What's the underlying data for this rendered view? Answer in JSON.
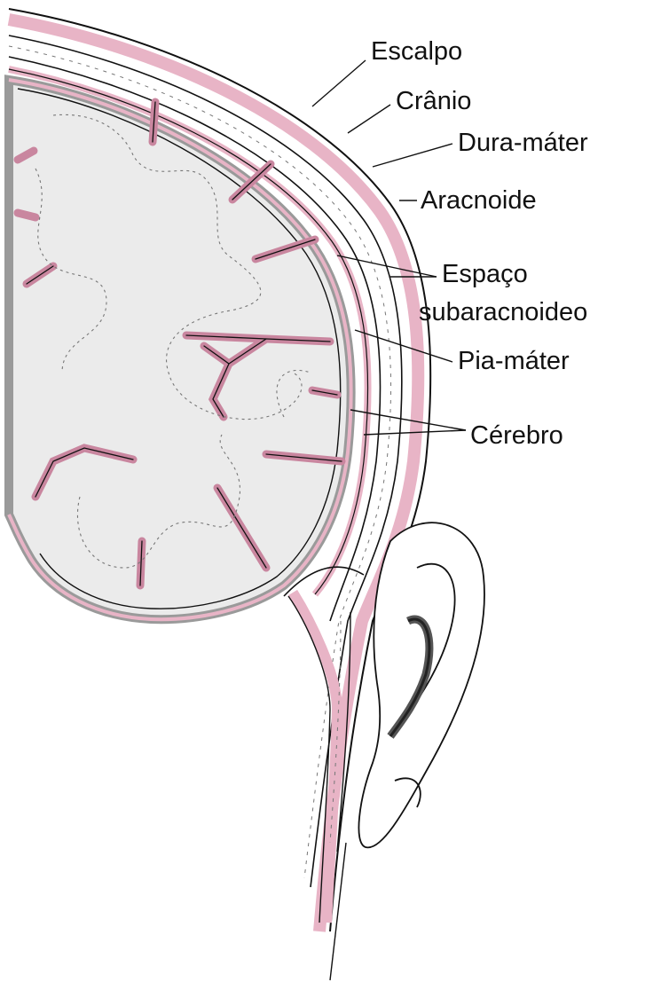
{
  "labels": {
    "scalp": "Escalpo",
    "skull": "Crânio",
    "dura": "Dura-máter",
    "arachnoid": "Aracnoide",
    "subarachnoid_1": "Espaço",
    "subarachnoid_2": "subaracnoideo",
    "pia": "Pia-máter",
    "brain": "Cérebro"
  },
  "colors": {
    "pink": "#e8b4c6",
    "pink_dark": "#c9869f",
    "brain_fill": "#ebebeb",
    "gray_layer": "#9a9a9a",
    "line": "#111111"
  }
}
